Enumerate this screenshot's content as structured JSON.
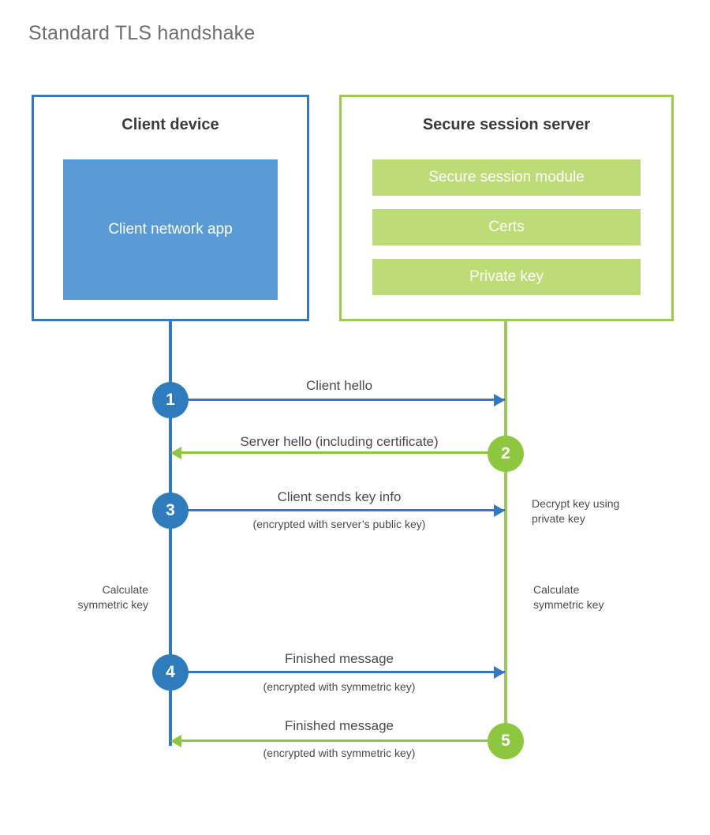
{
  "title": "Standard TLS handshake",
  "accent_colors": {
    "client_blue": "#3778bc",
    "client_circle_blue": "#2e7cbb",
    "client_app_fill": "#5b9bd5",
    "server_green": "#9ccb51",
    "server_circle_green": "#8dc63f",
    "server_module_fill": "#bddb77",
    "text_gray": "#4a4a4a",
    "title_gray": "#6e6e6e"
  },
  "client": {
    "title": "Client device",
    "app_label": "Client network\napp"
  },
  "server": {
    "title": "Secure session server",
    "modules": [
      {
        "label": "Secure session module"
      },
      {
        "label": "Certs"
      },
      {
        "label": "Private key"
      }
    ]
  },
  "steps": [
    {
      "number": "1",
      "actor": "client",
      "direction": "client-to-server",
      "label": "Client hello",
      "sublabel": ""
    },
    {
      "number": "2",
      "actor": "server",
      "direction": "server-to-client",
      "label": "Server hello (including certificate)",
      "sublabel": ""
    },
    {
      "number": "3",
      "actor": "client",
      "direction": "client-to-server",
      "label": "Client sends key info",
      "sublabel": "(encrypted with server’s public key)"
    },
    {
      "number": "4",
      "actor": "client",
      "direction": "client-to-server",
      "label": "Finished message",
      "sublabel": "(encrypted with symmetric key)"
    },
    {
      "number": "5",
      "actor": "server",
      "direction": "server-to-client",
      "label": "Finished message",
      "sublabel": "(encrypted with symmetric key)"
    }
  ],
  "notes": {
    "decrypt": "Decrypt key using\nprivate key",
    "client_symmetric": "Calculate\nsymmetric key",
    "server_symmetric": "Calculate\nsymmetric key"
  }
}
